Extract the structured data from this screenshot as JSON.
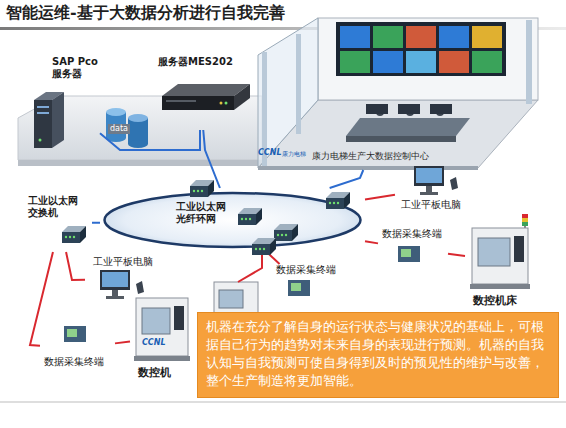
{
  "diagram": {
    "title": "智能运维-基于大数据分析进行自我完善",
    "nodes": [
      {
        "text": [
          "SAP Pco 服务器"
        ]
      },
      {
        "text": [
          "服务器MES202"
        ]
      },
      {
        "text": [
          "康力电梯生产大数据控制中心"
        ]
      },
      {
        "text": [
          "工业以太网交换机"
        ]
      },
      {
        "text": [
          "工业以太网光纤环网"
        ]
      },
      {
        "text": [
          "工业平板电脑"
        ]
      },
      {
        "text": [
          "数据采集终端"
        ]
      },
      {
        "text": [
          "工业平板电脑"
        ]
      },
      {
        "text": [
          "数据采集终端"
        ]
      },
      {
        "text": [
          "数控机床"
        ]
      },
      {
        "text": [
          "数据采集终端"
        ]
      },
      {
        "text": [
          "数控机"
        ]
      },
      {
        "text": [
          "机器在充分了解自身的运行状态与健康状况的基础上，可根据自己行为的趋势对未来自身的表现进行预测。机器的自我认知与自我预测可使自身得到及时的预见性的维护与改善，整个生产制造将更加智能。"
        ]
      }
    ],
    "edges": [
      {
        "from": 0,
        "to": 1,
        "arrow": "none"
      },
      {
        "from": 4,
        "to": 1,
        "arrow": "none"
      },
      {
        "from": 4,
        "to": 2,
        "arrow": "none"
      },
      {
        "from": 3,
        "to": 4,
        "arrow": "none"
      },
      {
        "from": 3,
        "to": 5,
        "arrow": "none"
      },
      {
        "from": 3,
        "to": 10,
        "arrow": "none"
      },
      {
        "from": 10,
        "to": 11,
        "arrow": "none"
      },
      {
        "from": 4,
        "to": 6,
        "arrow": "none"
      },
      {
        "from": 4,
        "to": 8,
        "arrow": "none"
      },
      {
        "from": 4,
        "to": 7,
        "arrow": "none"
      },
      {
        "from": 8,
        "to": 9,
        "arrow": "none"
      }
    ],
    "labels": [
      "data",
      "CCNL",
      "康力电梯",
      "CCNL"
    ]
  }
}
